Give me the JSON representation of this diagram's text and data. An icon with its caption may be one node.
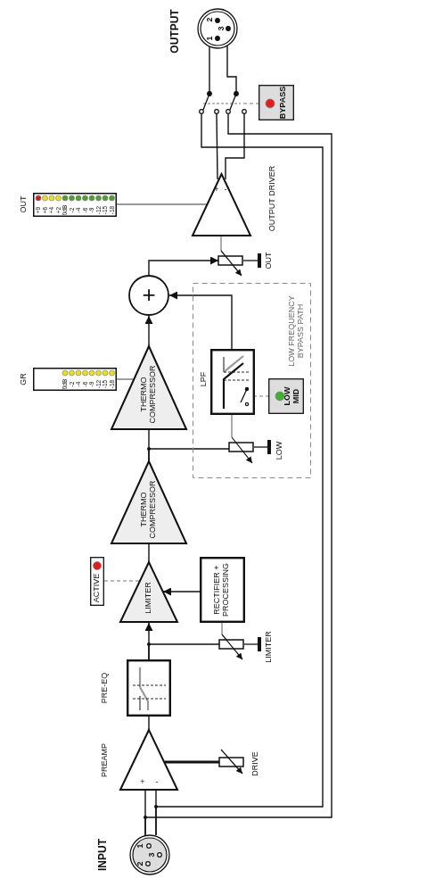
{
  "diagram": {
    "nodes": [
      {
        "text": [
          "INPUT"
        ]
      },
      {
        "text": [
          "PREAMP"
        ]
      },
      {
        "text": [
          "DRIVE"
        ]
      },
      {
        "text": [
          "PRE-EQ"
        ]
      },
      {
        "text": [
          "LIMITER"
        ]
      },
      {
        "text": [
          "LIMITER"
        ]
      },
      {
        "text": [
          "RECTIFIER + PROCESSING"
        ]
      },
      {
        "text": [
          "ACTIVE"
        ]
      },
      {
        "text": [
          "THERMO COMPRESSOR"
        ]
      },
      {
        "text": [
          "THERMO COMPRESSOR"
        ]
      },
      {
        "text": [
          "GR"
        ]
      },
      {
        "text": [
          "LOW FREQUENCY BYPASS PATH"
        ]
      },
      {
        "text": [
          "LOW"
        ],
        "in": 11
      },
      {
        "text": [
          "LPF"
        ],
        "in": 11
      },
      {
        "text": [
          "LOW MID"
        ],
        "in": 11
      },
      {
        "text": [
          "+"
        ]
      },
      {
        "text": [
          "OUT"
        ]
      },
      {
        "text": [
          "OUTPUT DRIVER"
        ]
      },
      {
        "text": [
          "OUT"
        ]
      },
      {
        "text": [
          "BYPASS"
        ]
      },
      {
        "text": [],
        "shape": "switch"
      },
      {
        "text": [
          "OUTPUT"
        ]
      }
    ],
    "edges": [
      {
        "from": 0,
        "to": 1,
        "arrow": "none"
      },
      {
        "from": 0,
        "to": 1,
        "arrow": "none"
      },
      {
        "from": 1,
        "to": 2,
        "arrow": "none",
        "style": "thick"
      },
      {
        "from": 1,
        "to": 3,
        "arrow": "none"
      },
      {
        "from": 3,
        "to": 4,
        "arrow": "to"
      },
      {
        "from": 3,
        "to": 5,
        "arrow": "none"
      },
      {
        "from": 5,
        "to": 6,
        "arrow": "none",
        "color": "#888888"
      },
      {
        "from": 6,
        "to": 4,
        "arrow": "to"
      },
      {
        "from": 7,
        "to": 4,
        "arrow": "none",
        "style": "dashed",
        "color": "#777777"
      },
      {
        "from": 4,
        "to": 8,
        "arrow": "none"
      },
      {
        "from": 8,
        "to": 9,
        "arrow": "none"
      },
      {
        "from": 8,
        "to": 12,
        "arrow": "none"
      },
      {
        "from": 12,
        "to": 13,
        "arrow": "none",
        "color": "#888888"
      },
      {
        "from": 13,
        "to": 15,
        "arrow": "to"
      },
      {
        "from": 14,
        "to": 13,
        "arrow": "none",
        "style": "dashed",
        "color": "#777777"
      },
      {
        "from": 9,
        "to": 15,
        "arrow": "to"
      },
      {
        "from": 10,
        "to": 9,
        "arrow": "none",
        "color": "#777777"
      },
      {
        "from": 15,
        "to": 16,
        "arrow": "to"
      },
      {
        "from": 16,
        "to": 17,
        "arrow": "none",
        "color": "#888888"
      },
      {
        "from": 18,
        "to": 17,
        "arrow": "none",
        "color": "#777777"
      },
      {
        "from": 17,
        "to": 20,
        "arrow": "none"
      },
      {
        "from": 20,
        "to": 17,
        "arrow": "none"
      },
      {
        "from": 20,
        "to": 21,
        "arrow": "none"
      },
      {
        "from": 20,
        "to": 21,
        "arrow": "none"
      },
      {
        "from": 19,
        "to": 20,
        "arrow": "none",
        "style": "dashed",
        "color": "#777777"
      },
      {
        "from": 0,
        "to": 20,
        "arrow": "none"
      },
      {
        "from": 0,
        "to": 20,
        "arrow": "none"
      }
    ],
    "labels": [
      "2",
      "3",
      "1",
      "+9",
      "+6",
      "+4",
      "+2",
      "0dB",
      "-2",
      "-4",
      "-6",
      "-9",
      "-12",
      "-15",
      "-18",
      "+",
      "-",
      "0dB",
      "-2",
      "-4",
      "-6",
      "-9",
      "-12",
      "-15",
      "-18",
      "+",
      "-",
      "1",
      "3",
      "2"
    ]
  }
}
